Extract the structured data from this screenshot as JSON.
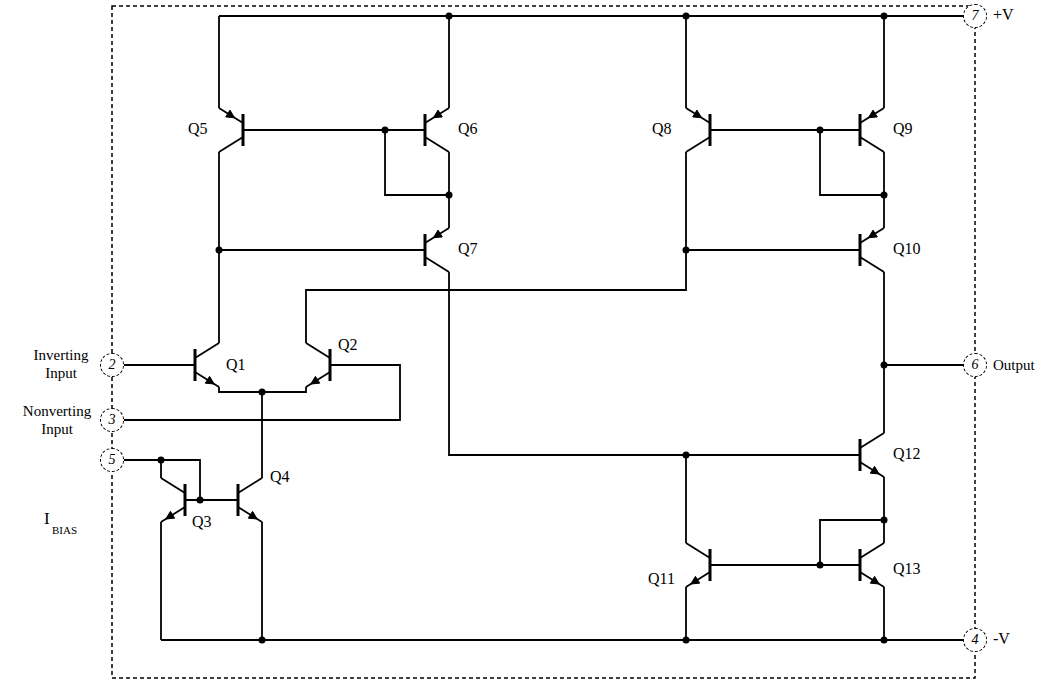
{
  "diagram": {
    "nodes": [
      {
        "text": [
          "7"
        ]
      },
      {
        "text": [
          "2"
        ]
      },
      {
        "text": [
          "6"
        ]
      },
      {
        "text": [
          "3"
        ]
      },
      {
        "text": [
          "5"
        ]
      },
      {
        "text": [
          "4"
        ]
      }
    ],
    "labels": [
      "+V",
      "Q5",
      "Q6",
      "Q8",
      "Q9",
      "Q7",
      "Q10",
      "Inverting Input",
      "Q1",
      "Q2",
      "Output",
      "Nonverting Input",
      "Q12",
      "I",
      "BIAS",
      "Q3",
      "Q4",
      "Q11",
      "Q13",
      "-V"
    ]
  }
}
